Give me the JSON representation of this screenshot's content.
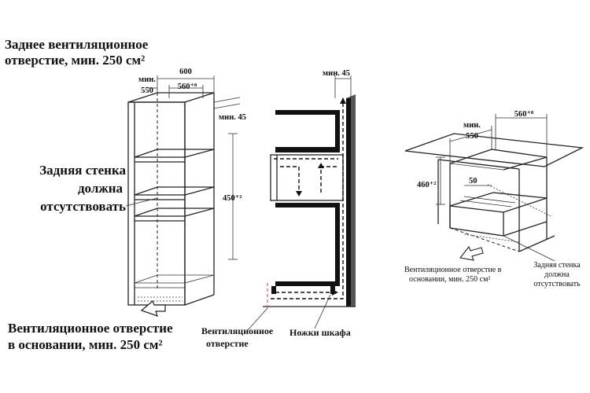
{
  "left": {
    "rear_vent_line1": "Заднее вентиляционное",
    "rear_vent_line2": "отверстие, мин. 250 см²",
    "back_wall_line1": "Задняя стенка",
    "back_wall_line2": "должна",
    "back_wall_line3": "отсутствовать",
    "base_vent_line1": "Вентиляционное отверстие",
    "base_vent_line2": "в основании, мин. 250 см²",
    "dim_600": "600",
    "dim_min_label": "мин.",
    "dim_550": "550",
    "dim_560": "560⁺⁸",
    "dim_min45": "мин. 45",
    "dim_450": "450⁺²"
  },
  "middle": {
    "dim_min45": "мин. 45",
    "vent_label_line1": "Вентиляционное",
    "vent_label_line2": "отверстие",
    "legs_label": "Ножки шкафа"
  },
  "right": {
    "dim_min_label": "мин.",
    "dim_550": "550",
    "dim_560": "560⁺⁸",
    "dim_460": "460⁺²",
    "dim_50": "50",
    "base_vent_line1": "Вентиляционное отверстие в",
    "base_vent_line2": "основании, мин. 250 см²",
    "back_wall_line1": "Задняя стенка",
    "back_wall_line2": "должна",
    "back_wall_line3": "отсутствовать"
  }
}
